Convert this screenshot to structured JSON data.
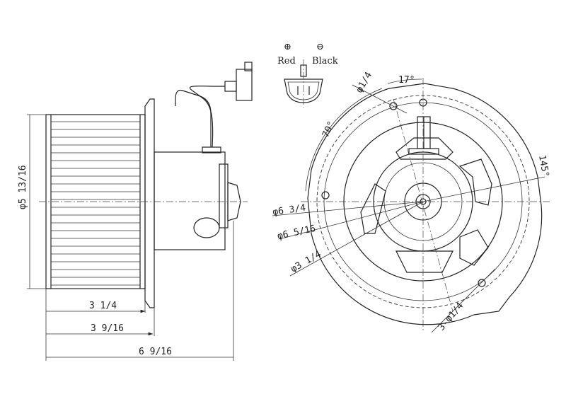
{
  "title": "Blower motor assembly dimensional drawing",
  "connector": {
    "positive_symbol": "⊕",
    "negative_symbol": "⊖",
    "positive_label": "Red",
    "negative_label": "Black"
  },
  "side_view": {
    "wheel_diameter": "φ5 13/16",
    "dim_wheel_length": "3 1/4",
    "dim_to_flange": "3 9/16",
    "dim_overall_length": "6 9/16"
  },
  "front_view": {
    "hole_diameter": "φ1/4",
    "angle_small": "17°",
    "angle_large": "70°",
    "angle_right": "145°",
    "dia_outer": "φ6 3/4",
    "dia_bolt_circle": "φ6 5/16",
    "dia_hub": "φ3 1/4",
    "mount_holes": "3-φ1/4"
  }
}
